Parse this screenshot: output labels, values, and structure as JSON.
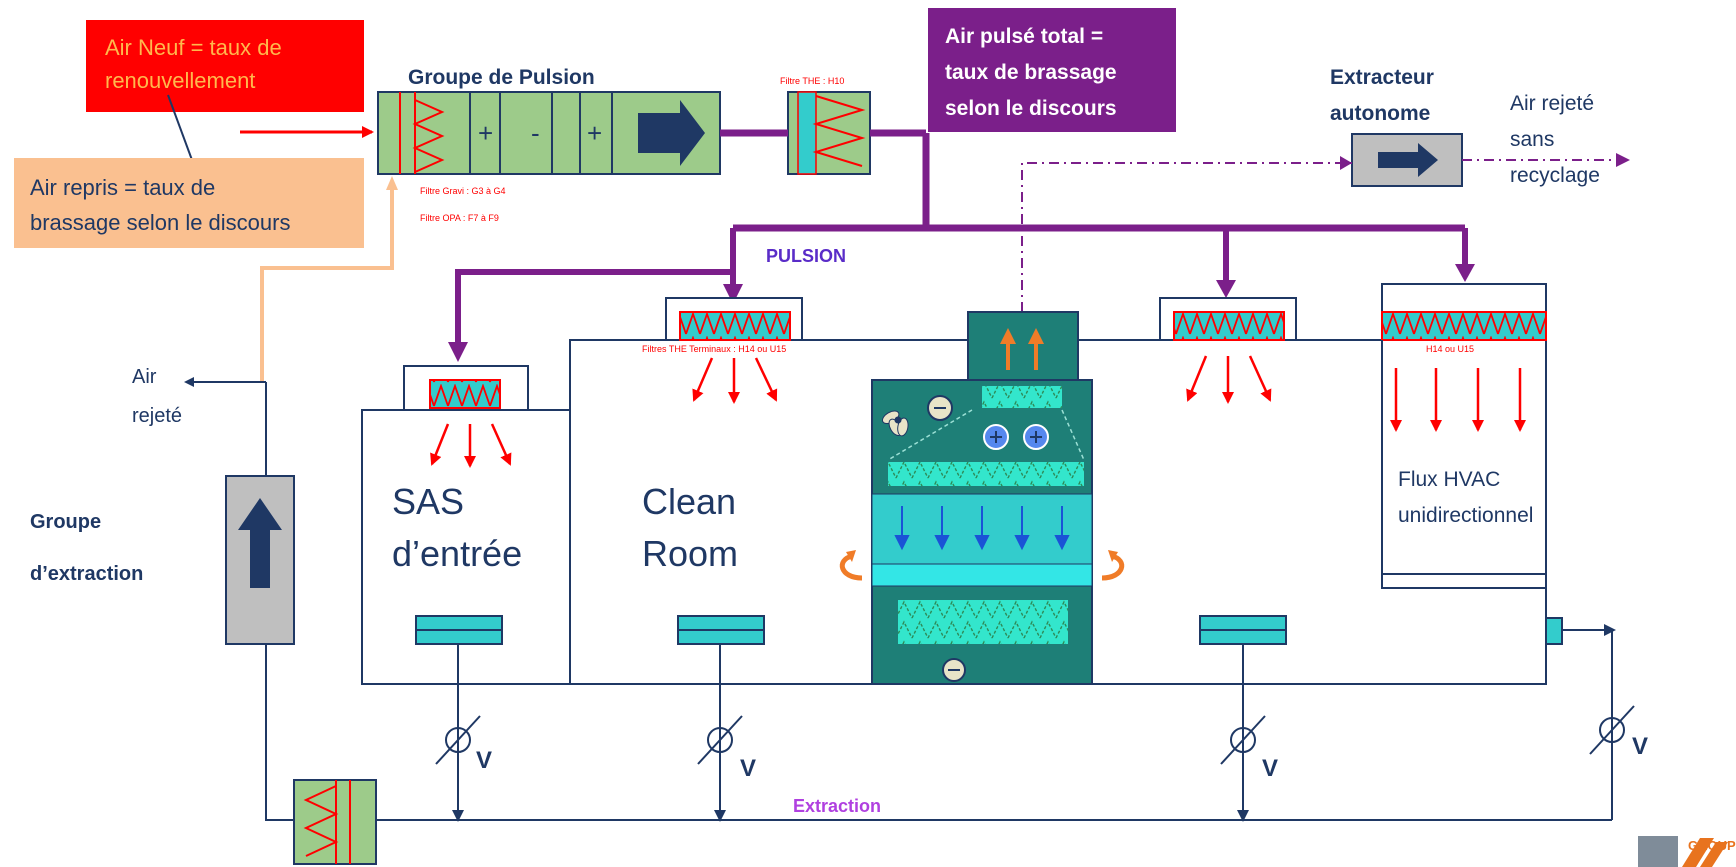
{
  "labels": {
    "air_neuf": [
      "Air Neuf = taux de",
      "renouvellement"
    ],
    "air_repris": [
      "Air repris = taux de",
      "brassage selon le discours"
    ],
    "groupe_pulsion": "Groupe de Pulsion",
    "filtre_the_h10": "Filtre THE : H10",
    "filtre_gravi": "Filtre Gravi : G3 à G4",
    "filtre_opa": "Filtre OPA : F7 à F9",
    "air_pulse_total": [
      "Air pulsé total =",
      "taux de brassage",
      "selon le discours"
    ],
    "extracteur": [
      "Extracteur",
      "autonome"
    ],
    "air_rejete_sans": [
      "Air rejeté",
      "sans",
      "recyclage"
    ],
    "pulsion": "PULSION",
    "air_rejete_left": [
      "Air",
      "rejeté"
    ],
    "groupe_extraction": [
      "Groupe",
      "d’extraction"
    ],
    "filtres_terminaux": "Filtres THE Terminaux : H14 ou U15",
    "h14_u15": "H14 ou U15",
    "sas": [
      "SAS",
      "d’entrée"
    ],
    "clean_room": [
      "Clean",
      "Room"
    ],
    "flux_hvac": [
      "Flux HVAC",
      "unidirectionnel"
    ],
    "extraction": "Extraction",
    "valve_v": "V",
    "logo_group": "GROUP",
    "plus": "+",
    "minus": "-"
  },
  "colors": {
    "purple_duct": "#7B1F8A",
    "red_box": "#FF0000",
    "peach_box": "#FAC090",
    "green_unit": "#9DCB8A",
    "teal_unit": "#1E7F77",
    "cyan_filter": "#33CCCC",
    "navy": "#1F3864",
    "extraction_purple": "#B040E0"
  },
  "icons": [
    "fan-icon",
    "minus-circle-icon",
    "plus-circle-icon",
    "arrow-right-icon",
    "arrow-up-icon",
    "valve-icon"
  ]
}
